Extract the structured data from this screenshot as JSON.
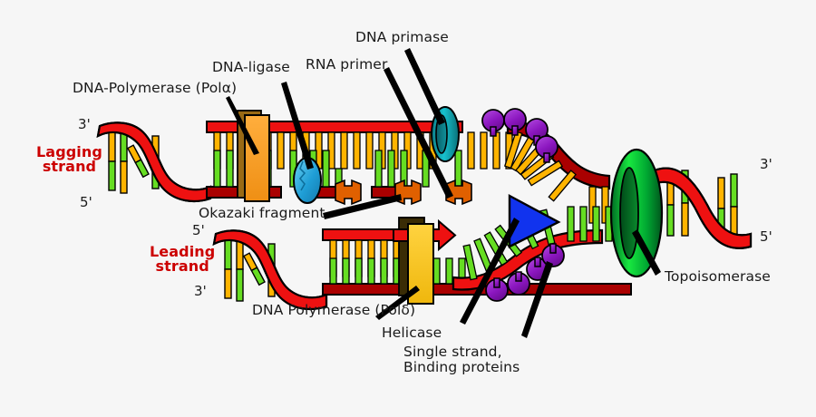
{
  "figure": {
    "title": "DNA replication fork diagram",
    "background_color": "#f6f6f6"
  },
  "palette": {
    "template_strand": "#ee1111",
    "nascent_strand": "#aa0000",
    "base_orange": "#ffb400",
    "base_green": "#66dd22",
    "primer_orange": "#e06000",
    "polymerase_alpha": "#f59a23",
    "polymerase_delta": "#f5c518",
    "primase_teal": "#0fb9c4",
    "ligase_blue": "#29a8dd",
    "ssb_purple": "#9922cc",
    "helicase_blue": "#1133ee",
    "topoisomerase_green": "#00a832",
    "leader_line": "#000000",
    "label_text": "#1a1a1a",
    "strand_label_text": "#cc0000"
  },
  "labels": {
    "dna_polymerase_alpha": "DNA-Polymerase (Polα)",
    "dna_ligase": "DNA-ligase",
    "rna_primer": "RNA primer",
    "dna_primase": "DNA primase",
    "okazaki_fragment": "Okazaki fragment",
    "lagging_strand_line1": "Lagging",
    "lagging_strand_line2": "strand",
    "leading_strand_line1": "Leading",
    "leading_strand_line2": "strand",
    "dna_polymerase_delta": "DNA Polymerase (Polδ)",
    "helicase": "Helicase",
    "ssb_line1": "Single strand,",
    "ssb_line2": "Binding proteins",
    "topoisomerase": "Topoisomerase"
  },
  "end_markers": {
    "lagging_left_top": "3'",
    "lagging_left_bottom": "5'",
    "leading_left_top": "5'",
    "leading_left_bottom": "3'",
    "right_top": "3'",
    "right_bottom": "5'"
  },
  "components": [
    {
      "name": "dna-polymerase-alpha",
      "shape": "rectangle",
      "color": "#f59a23"
    },
    {
      "name": "dna-ligase",
      "shape": "ellipse",
      "color": "#29a8dd"
    },
    {
      "name": "dna-primase",
      "shape": "ring",
      "color": "#0fb9c4"
    },
    {
      "name": "rna-primer",
      "shape": "block",
      "color": "#e06000"
    },
    {
      "name": "helicase",
      "shape": "triangle",
      "color": "#1133ee"
    },
    {
      "name": "single-strand-binding-protein",
      "shape": "circle",
      "color": "#9922cc"
    },
    {
      "name": "topoisomerase",
      "shape": "ring",
      "color": "#00a832"
    },
    {
      "name": "dna-polymerase-delta",
      "shape": "rectangle-with-arrow",
      "color": "#f5c518"
    }
  ]
}
